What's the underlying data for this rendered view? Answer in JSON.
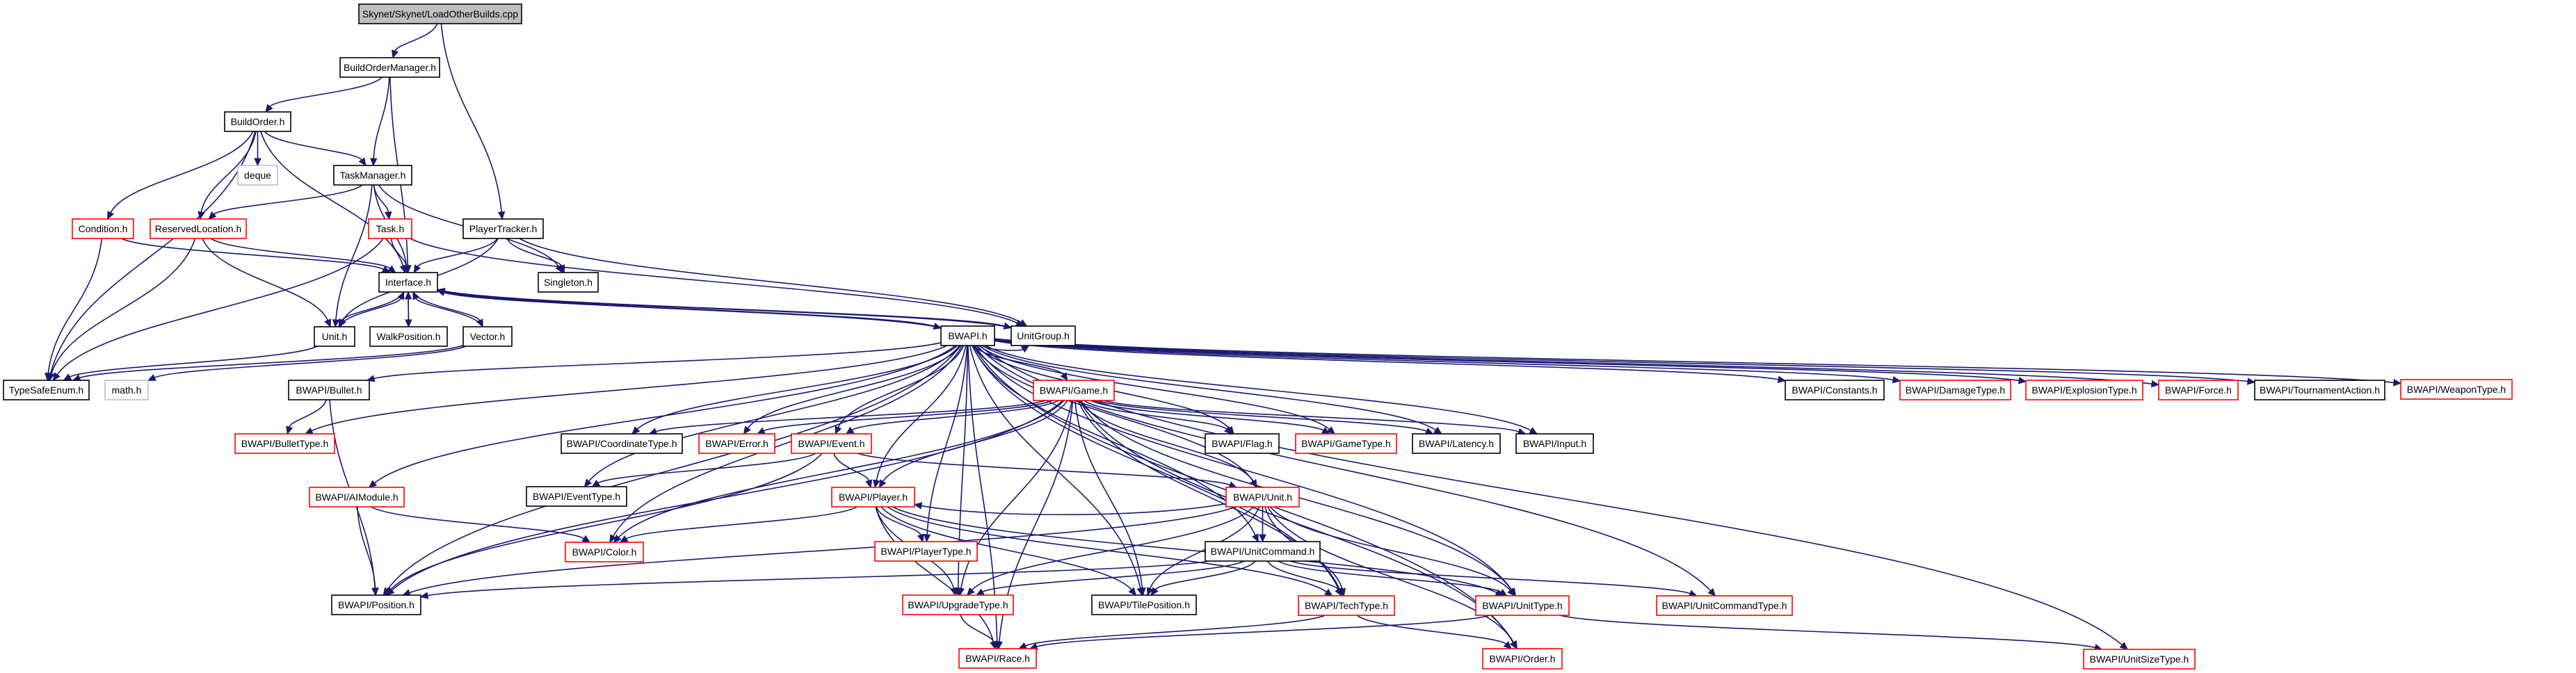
{
  "diagram": {
    "title": "Skynet/Skynet/LoadOtherBuilds.cpp",
    "type": "include-dependency-graph",
    "colors": {
      "edge": "#191970",
      "root_fill": "#bfbfbf",
      "normal_border": "#000000",
      "truncated_border": "#ff0000",
      "external_border": "#bfbfbf",
      "node_fill": "#ffffff"
    },
    "legend_styles": {
      "root": "gray filled box — the file being documented",
      "normal": "black border — documented header",
      "truncated": "red border — header with hidden dependencies",
      "external": "gray border — system / undocumented header"
    },
    "nodes": [
      {
        "id": "root",
        "label": "Skynet/Skynet/LoadOtherBuilds.cpp",
        "style": "root"
      },
      {
        "id": "bom",
        "label": "BuildOrderManager.h",
        "style": "normal"
      },
      {
        "id": "bo",
        "label": "BuildOrder.h",
        "style": "normal"
      },
      {
        "id": "deque",
        "label": "deque",
        "style": "external"
      },
      {
        "id": "tm",
        "label": "TaskManager.h",
        "style": "normal"
      },
      {
        "id": "cond",
        "label": "Condition.h",
        "style": "truncated"
      },
      {
        "id": "resloc",
        "label": "ReservedLocation.h",
        "style": "truncated"
      },
      {
        "id": "task",
        "label": "Task.h",
        "style": "truncated"
      },
      {
        "id": "ptrack",
        "label": "PlayerTracker.h",
        "style": "normal"
      },
      {
        "id": "iface",
        "label": "Interface.h",
        "style": "normal"
      },
      {
        "id": "singleton",
        "label": "Singleton.h",
        "style": "normal"
      },
      {
        "id": "unit",
        "label": "Unit.h",
        "style": "normal"
      },
      {
        "id": "walkpos",
        "label": "WalkPosition.h",
        "style": "normal"
      },
      {
        "id": "vector",
        "label": "Vector.h",
        "style": "normal"
      },
      {
        "id": "bwapi",
        "label": "BWAPI.h",
        "style": "normal"
      },
      {
        "id": "unitgroup",
        "label": "UnitGroup.h",
        "style": "normal"
      },
      {
        "id": "tse",
        "label": "TypeSafeEnum.h",
        "style": "normal"
      },
      {
        "id": "math",
        "label": "math.h",
        "style": "external"
      },
      {
        "id": "bullet",
        "label": "BWAPI/Bullet.h",
        "style": "normal"
      },
      {
        "id": "game",
        "label": "BWAPI/Game.h",
        "style": "truncated"
      },
      {
        "id": "constants",
        "label": "BWAPI/Constants.h",
        "style": "normal"
      },
      {
        "id": "damagetype",
        "label": "BWAPI/DamageType.h",
        "style": "truncated"
      },
      {
        "id": "explosiontype",
        "label": "BWAPI/ExplosionType.h",
        "style": "truncated"
      },
      {
        "id": "force",
        "label": "BWAPI/Force.h",
        "style": "truncated"
      },
      {
        "id": "tournament",
        "label": "BWAPI/TournamentAction.h",
        "style": "normal"
      },
      {
        "id": "weapontype",
        "label": "BWAPI/WeaponType.h",
        "style": "truncated"
      },
      {
        "id": "bullettype",
        "label": "BWAPI/BulletType.h",
        "style": "truncated"
      },
      {
        "id": "coordtype",
        "label": "BWAPI/CoordinateType.h",
        "style": "normal"
      },
      {
        "id": "error",
        "label": "BWAPI/Error.h",
        "style": "truncated"
      },
      {
        "id": "event",
        "label": "BWAPI/Event.h",
        "style": "truncated"
      },
      {
        "id": "flag",
        "label": "BWAPI/Flag.h",
        "style": "normal"
      },
      {
        "id": "gametype",
        "label": "BWAPI/GameType.h",
        "style": "truncated"
      },
      {
        "id": "latency",
        "label": "BWAPI/Latency.h",
        "style": "normal"
      },
      {
        "id": "input",
        "label": "BWAPI/Input.h",
        "style": "normal"
      },
      {
        "id": "aimodule",
        "label": "BWAPI/AIModule.h",
        "style": "truncated"
      },
      {
        "id": "eventtype",
        "label": "BWAPI/EventType.h",
        "style": "normal"
      },
      {
        "id": "player",
        "label": "BWAPI/Player.h",
        "style": "truncated"
      },
      {
        "id": "bwunit",
        "label": "BWAPI/Unit.h",
        "style": "truncated"
      },
      {
        "id": "color",
        "label": "BWAPI/Color.h",
        "style": "truncated"
      },
      {
        "id": "playertype",
        "label": "BWAPI/PlayerType.h",
        "style": "truncated"
      },
      {
        "id": "unitcommand",
        "label": "BWAPI/UnitCommand.h",
        "style": "normal"
      },
      {
        "id": "position",
        "label": "BWAPI/Position.h",
        "style": "normal"
      },
      {
        "id": "upgradetype",
        "label": "BWAPI/UpgradeType.h",
        "style": "truncated"
      },
      {
        "id": "tileposition",
        "label": "BWAPI/TilePosition.h",
        "style": "normal"
      },
      {
        "id": "techtype",
        "label": "BWAPI/TechType.h",
        "style": "truncated"
      },
      {
        "id": "unittype",
        "label": "BWAPI/UnitType.h",
        "style": "truncated"
      },
      {
        "id": "unitcommandtype",
        "label": "BWAPI/UnitCommandType.h",
        "style": "truncated"
      },
      {
        "id": "race",
        "label": "BWAPI/Race.h",
        "style": "truncated"
      },
      {
        "id": "order",
        "label": "BWAPI/Order.h",
        "style": "truncated"
      },
      {
        "id": "unitsizetype",
        "label": "BWAPI/UnitSizeType.h",
        "style": "truncated"
      }
    ],
    "edges": [
      [
        "root",
        "bom"
      ],
      [
        "root",
        "ptrack"
      ],
      [
        "bom",
        "bo"
      ],
      [
        "bom",
        "tm"
      ],
      [
        "bom",
        "iface"
      ],
      [
        "bo",
        "deque"
      ],
      [
        "bo",
        "tm"
      ],
      [
        "bo",
        "cond"
      ],
      [
        "bo",
        "resloc"
      ],
      [
        "bo",
        "iface"
      ],
      [
        "bo",
        "tse"
      ],
      [
        "tm",
        "resloc"
      ],
      [
        "tm",
        "task"
      ],
      [
        "tm",
        "iface"
      ],
      [
        "tm",
        "unit"
      ],
      [
        "tm",
        "singleton"
      ],
      [
        "cond",
        "tse"
      ],
      [
        "cond",
        "iface"
      ],
      [
        "resloc",
        "tse"
      ],
      [
        "resloc",
        "iface"
      ],
      [
        "resloc",
        "unit"
      ],
      [
        "task",
        "iface"
      ],
      [
        "task",
        "tse"
      ],
      [
        "task",
        "unitgroup"
      ],
      [
        "ptrack",
        "iface"
      ],
      [
        "ptrack",
        "singleton"
      ],
      [
        "ptrack",
        "unit"
      ],
      [
        "ptrack",
        "unitgroup"
      ],
      [
        "iface",
        "unit"
      ],
      [
        "iface",
        "walkpos"
      ],
      [
        "iface",
        "vector"
      ],
      [
        "iface",
        "bwapi"
      ],
      [
        "iface",
        "unitgroup"
      ],
      [
        "unit",
        "iface"
      ],
      [
        "unit",
        "tse"
      ],
      [
        "walkpos",
        "iface"
      ],
      [
        "vector",
        "iface"
      ],
      [
        "vector",
        "tse"
      ],
      [
        "vector",
        "math"
      ],
      [
        "unitgroup",
        "iface"
      ],
      [
        "bwapi",
        "iface"
      ],
      [
        "bwapi",
        "unitgroup"
      ],
      [
        "bwapi",
        "game"
      ],
      [
        "bwapi",
        "bullet"
      ],
      [
        "bwapi",
        "bullettype"
      ],
      [
        "bwapi",
        "constants"
      ],
      [
        "bwapi",
        "damagetype"
      ],
      [
        "bwapi",
        "explosiontype"
      ],
      [
        "bwapi",
        "force"
      ],
      [
        "bwapi",
        "tournament"
      ],
      [
        "bwapi",
        "weapontype"
      ],
      [
        "bwapi",
        "coordtype"
      ],
      [
        "bwapi",
        "error"
      ],
      [
        "bwapi",
        "event"
      ],
      [
        "bwapi",
        "flag"
      ],
      [
        "bwapi",
        "gametype"
      ],
      [
        "bwapi",
        "latency"
      ],
      [
        "bwapi",
        "input"
      ],
      [
        "bwapi",
        "aimodule"
      ],
      [
        "bwapi",
        "eventtype"
      ],
      [
        "bwapi",
        "player"
      ],
      [
        "bwapi",
        "bwunit"
      ],
      [
        "bwapi",
        "color"
      ],
      [
        "bwapi",
        "playertype"
      ],
      [
        "bwapi",
        "unitcommand"
      ],
      [
        "bwapi",
        "position"
      ],
      [
        "bwapi",
        "upgradetype"
      ],
      [
        "bwapi",
        "tileposition"
      ],
      [
        "bwapi",
        "techtype"
      ],
      [
        "bwapi",
        "unittype"
      ],
      [
        "bwapi",
        "unitcommandtype"
      ],
      [
        "bwapi",
        "race"
      ],
      [
        "bwapi",
        "order"
      ],
      [
        "bwapi",
        "unitsizetype"
      ],
      [
        "bullet",
        "bullettype"
      ],
      [
        "bullet",
        "position"
      ],
      [
        "game",
        "coordtype"
      ],
      [
        "game",
        "error"
      ],
      [
        "game",
        "event"
      ],
      [
        "game",
        "flag"
      ],
      [
        "game",
        "gametype"
      ],
      [
        "game",
        "latency"
      ],
      [
        "game",
        "input"
      ],
      [
        "game",
        "color"
      ],
      [
        "game",
        "player"
      ],
      [
        "game",
        "bwunit"
      ],
      [
        "game",
        "upgradetype"
      ],
      [
        "game",
        "tileposition"
      ],
      [
        "game",
        "techtype"
      ],
      [
        "game",
        "unittype"
      ],
      [
        "game",
        "race"
      ],
      [
        "game",
        "order"
      ],
      [
        "game",
        "position"
      ],
      [
        "event",
        "eventtype"
      ],
      [
        "event",
        "player"
      ],
      [
        "event",
        "bwunit"
      ],
      [
        "event",
        "position"
      ],
      [
        "aimodule",
        "position"
      ],
      [
        "aimodule",
        "color"
      ],
      [
        "player",
        "color"
      ],
      [
        "player",
        "playertype"
      ],
      [
        "player",
        "race"
      ],
      [
        "player",
        "upgradetype"
      ],
      [
        "player",
        "techtype"
      ],
      [
        "player",
        "unittype"
      ],
      [
        "player",
        "tileposition"
      ],
      [
        "bwunit",
        "unitcommand"
      ],
      [
        "bwunit",
        "upgradetype"
      ],
      [
        "bwunit",
        "techtype"
      ],
      [
        "bwunit",
        "unittype"
      ],
      [
        "bwunit",
        "order"
      ],
      [
        "bwunit",
        "tileposition"
      ],
      [
        "bwunit",
        "position"
      ],
      [
        "bwunit",
        "player"
      ],
      [
        "unitcommand",
        "position"
      ],
      [
        "unitcommand",
        "tileposition"
      ],
      [
        "unitcommand",
        "techtype"
      ],
      [
        "unitcommand",
        "unittype"
      ],
      [
        "unitcommand",
        "upgradetype"
      ],
      [
        "unitcommand",
        "unitcommandtype"
      ],
      [
        "techtype",
        "race"
      ],
      [
        "techtype",
        "order"
      ],
      [
        "unittype",
        "race"
      ],
      [
        "unittype",
        "unitsizetype"
      ],
      [
        "upgradetype",
        "race"
      ]
    ]
  }
}
